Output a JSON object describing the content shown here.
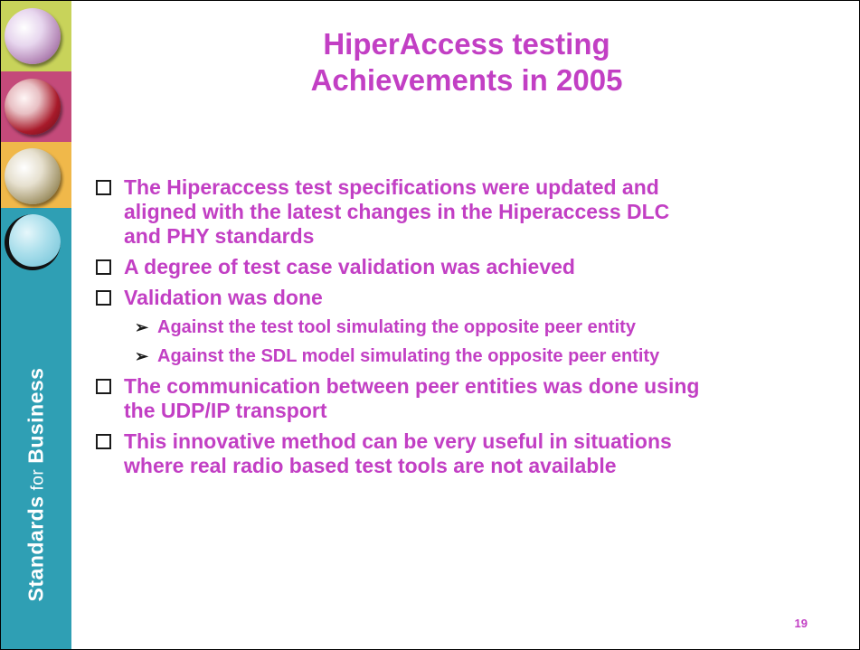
{
  "sidebar": {
    "brand_bold_1": "Standards",
    "brand_light": "for",
    "brand_bold_2": "Business",
    "colors": {
      "band1": "#c8d35a",
      "band2": "#c44a7a",
      "band3": "#f0b84a",
      "band4": "#2f9fb4"
    }
  },
  "title": {
    "line1": "HiperAccess testing",
    "line2": "Achievements in 2005"
  },
  "bullets": [
    {
      "lines": [
        "The Hiperaccess test specifications were updated and",
        "aligned with the latest changes in the Hiperaccess DLC",
        "and PHY standards"
      ]
    },
    {
      "lines": [
        "A degree of test case validation was achieved"
      ]
    },
    {
      "lines": [
        "Validation was done"
      ]
    },
    {
      "lines": [
        "The communication between peer entities was done using",
        "the UDP/IP transport"
      ]
    },
    {
      "lines": [
        "This innovative method can be very useful in situations",
        "where real radio based test tools are not available"
      ]
    }
  ],
  "sub_bullets": [
    "Against the test tool simulating the opposite peer entity",
    "Against the SDL model simulating the opposite peer entity"
  ],
  "page_number": "19",
  "colors": {
    "text": "#c23fc4",
    "bullet_marker": "#1a1a1a"
  }
}
